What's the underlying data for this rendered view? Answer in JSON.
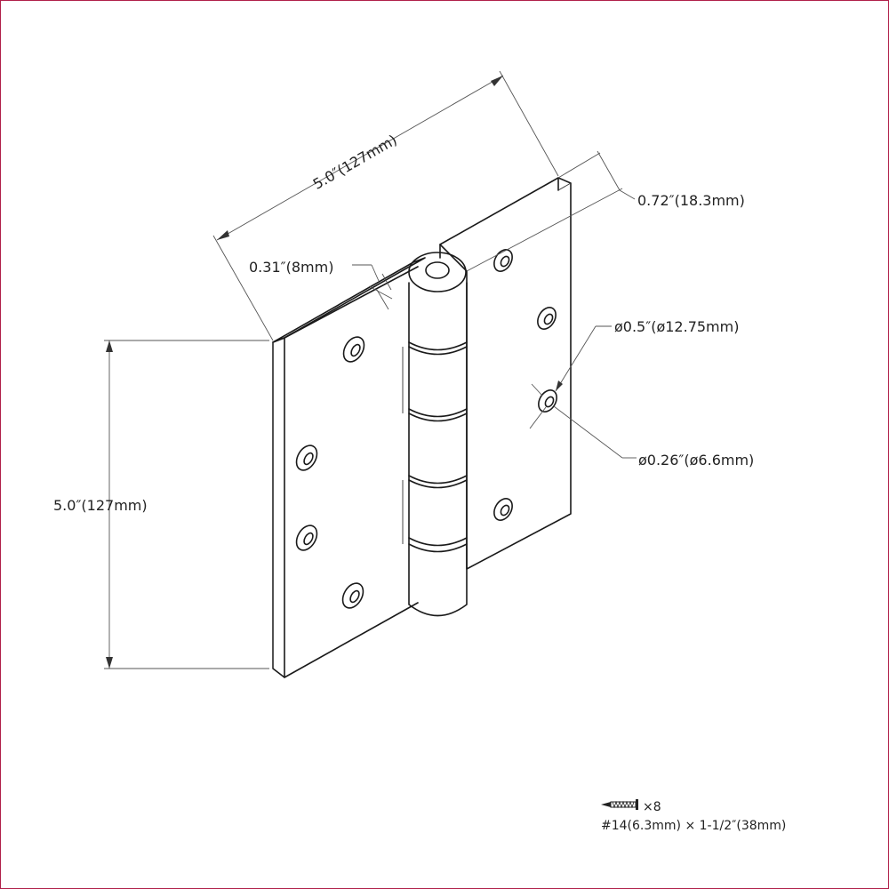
{
  "drawing": {
    "dimensions": {
      "leaf_width": "5.0″(127mm)",
      "knuckle_offset": "0.72″(18.3mm)",
      "leaf_thickness": "0.31″(8mm)",
      "hole_outer_dia": "ø0.5″(ø12.75mm)",
      "hole_inner_dia": "ø0.26″(ø6.6mm)",
      "height": "5.0″(127mm)"
    },
    "screws": {
      "icon": "screw-icon",
      "quantity": "×8",
      "spec": "#14(6.3mm) × 1-1/2″(38mm)"
    },
    "colors": {
      "border": "#b0204a",
      "line": "#1a1a1a"
    }
  }
}
